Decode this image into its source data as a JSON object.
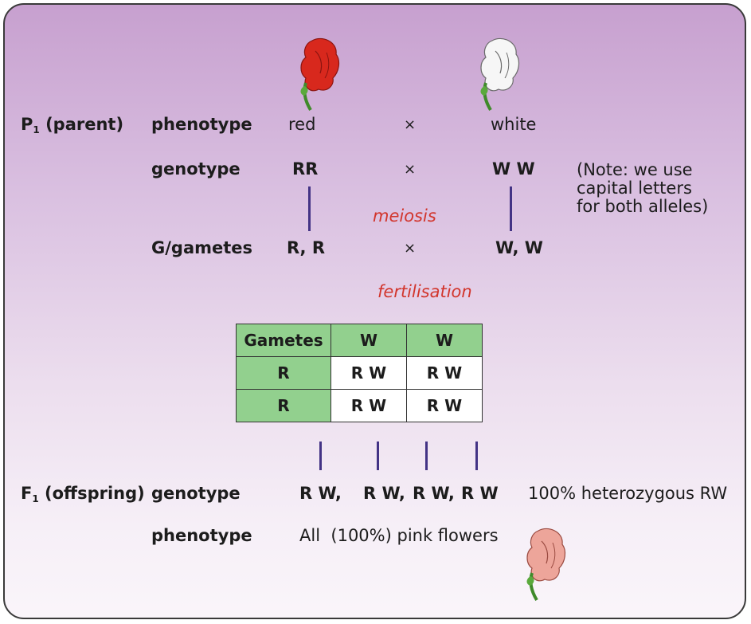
{
  "p1": {
    "label": "P",
    "sub": "1",
    "suffix": " (parent)"
  },
  "rows": {
    "phenotype": "phenotype",
    "genotype": "genotype",
    "gametes": "G/gametes"
  },
  "parents": {
    "red_phenotype": "red",
    "white_phenotype": "white",
    "red_genotype": "RR",
    "white_genotype": "W W",
    "red_gametes": "R, R",
    "white_gametes": "W, W",
    "cross": "×"
  },
  "note": [
    "(Note: we use",
    "capital letters",
    "for both alleles)"
  ],
  "processes": {
    "meiosis": "meiosis",
    "fertilisation": "fertilisation"
  },
  "punnett": {
    "header": [
      "Gametes",
      "W",
      "W"
    ],
    "rows": [
      [
        "R",
        "R W",
        "R W"
      ],
      [
        "R",
        "R W",
        "R W"
      ]
    ]
  },
  "f1": {
    "label": "F",
    "sub": "1",
    "suffix": " (offspring)",
    "genotype_label": "genotype",
    "phenotype_label": "phenotype",
    "genotypes": [
      "R W,",
      "R W,",
      "R W,",
      "R W"
    ],
    "genotype_summary": "100% heterozygous RW",
    "phenotype_summary": "All  (100%) pink flowers"
  },
  "colors": {
    "red_flower": "#d8281d",
    "white_flower": "#f6f6f6",
    "pink_flower": "#eda59a",
    "table_header": "#92d08e",
    "line": "#433385"
  }
}
